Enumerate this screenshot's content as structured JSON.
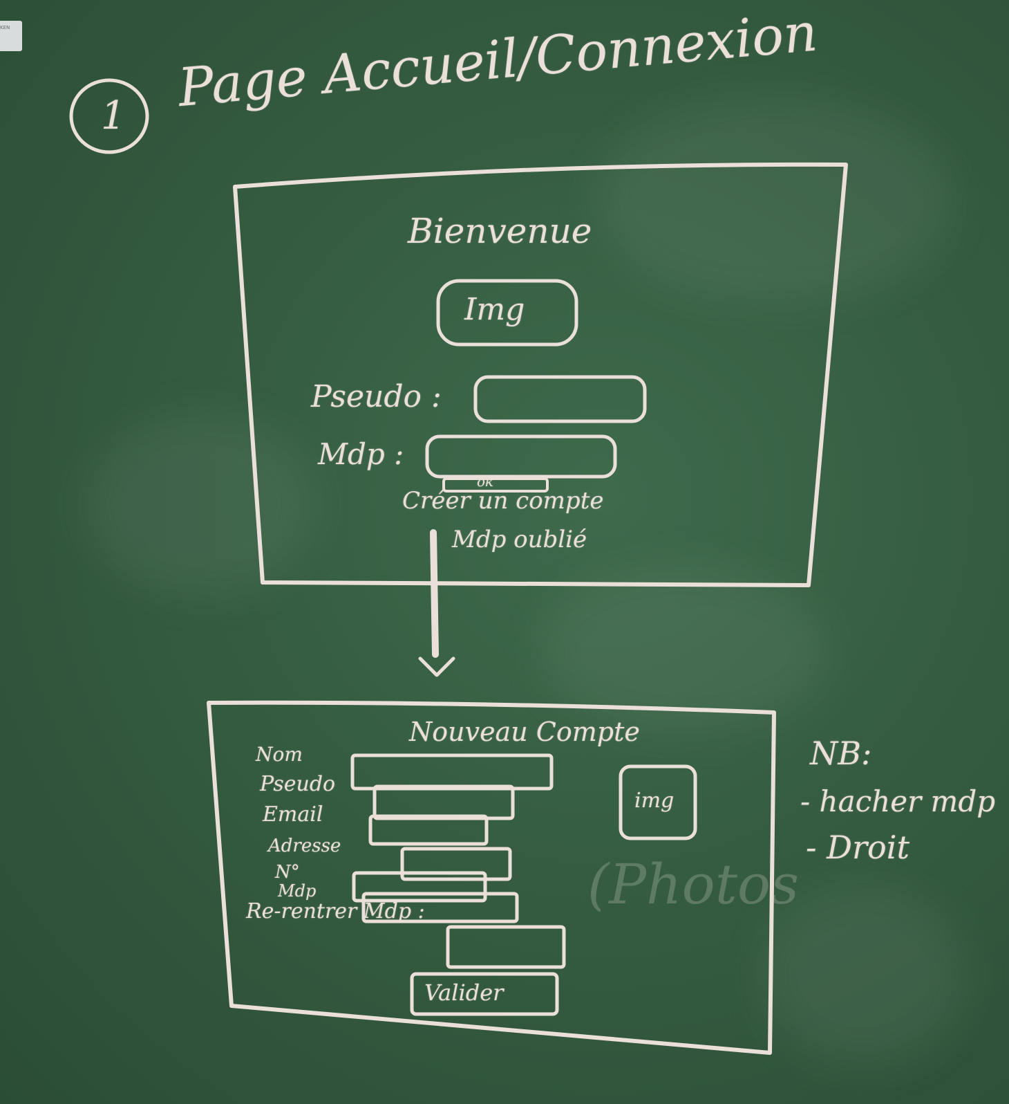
{
  "title": {
    "number": "1",
    "text": "Page Accueil/Connexion"
  },
  "login_sketch": {
    "heading": "Bienvenue",
    "image_label": "Img",
    "pseudo_label": "Pseudo :",
    "password_label": "Mdp :",
    "ok_label": "ok",
    "create_account_link": "Créer un compte",
    "forgot_password_link": "Mdp oublié"
  },
  "signup_sketch": {
    "heading": "Nouveau Compte",
    "fields": [
      "Nom",
      "Pseudo",
      "Email",
      "Adresse",
      "N°",
      "Mdp",
      "Re-rentrer Mdp :"
    ],
    "image_label": "img",
    "photos_note": "(Photos",
    "submit_label": "Valider"
  },
  "notes": {
    "heading": "NB:",
    "items": [
      "- hacher mdp",
      "- Droit"
    ]
  },
  "corner_sticker": "KEN"
}
